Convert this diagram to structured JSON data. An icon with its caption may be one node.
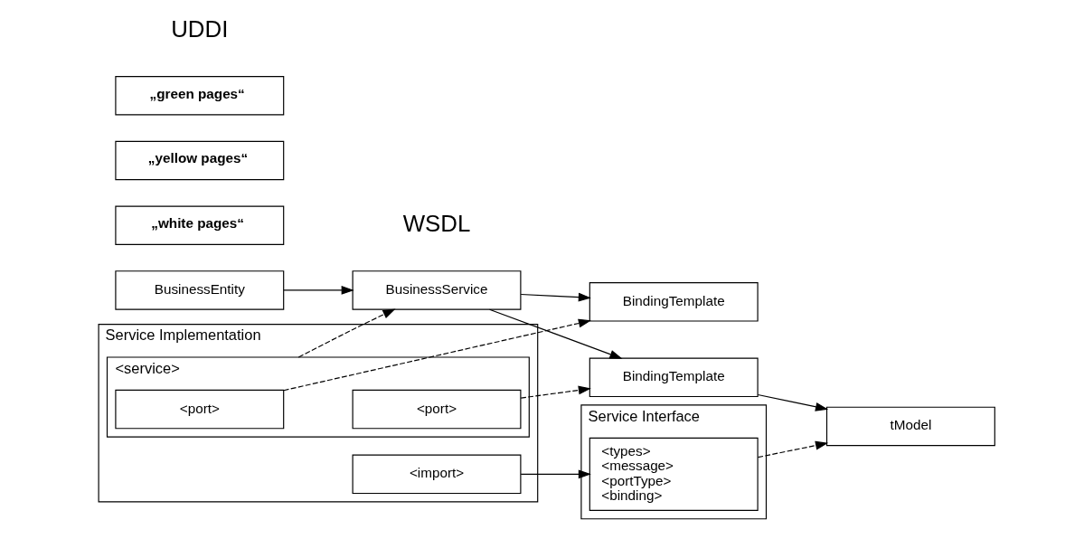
{
  "diagram": {
    "nodes": [
      {
        "text": [
          "Service Implementation"
        ]
      },
      {
        "text": [
          "<import>"
        ],
        "in": 0
      },
      {
        "text": [
          "<service>"
        ],
        "in": 0
      },
      {
        "text": [
          "<port>"
        ],
        "in": 2
      },
      {
        "text": [
          "<port>"
        ],
        "in": 2
      },
      {
        "text": [
          "Service Interface"
        ]
      },
      {
        "text": [
          "<types>",
          "<message>",
          "<portType>",
          "<binding>"
        ],
        "in": 5
      },
      {
        "text": [
          "BusinessEntity"
        ]
      },
      {
        "text": [
          "BusinessService"
        ]
      },
      {
        "text": [
          "BindingTemplate"
        ]
      },
      {
        "text": [
          "BindingTemplate"
        ]
      },
      {
        "text": [
          "tModel"
        ]
      },
      {
        "text": [
          "„white pages“"
        ]
      },
      {
        "text": [
          "„yellow pages“"
        ]
      },
      {
        "text": [
          "„green pages“"
        ]
      }
    ],
    "edges": [
      {
        "from": 1,
        "to": 6,
        "arrow": "to"
      },
      {
        "from": 2,
        "to": 8,
        "arrow": "to",
        "style": "dashed"
      },
      {
        "from": 3,
        "to": 9,
        "arrow": "to",
        "style": "dashed"
      },
      {
        "from": 4,
        "to": 10,
        "arrow": "to",
        "style": "dashed"
      },
      {
        "from": 6,
        "to": 11,
        "arrow": "to",
        "style": "dashed"
      },
      {
        "from": 7,
        "to": 8,
        "arrow": "to"
      },
      {
        "from": 8,
        "to": 9,
        "arrow": "to"
      },
      {
        "from": 8,
        "to": 10,
        "arrow": "to"
      },
      {
        "from": 10,
        "to": 11,
        "arrow": "to"
      }
    ],
    "labels": [
      "WSDL",
      "UDDI"
    ]
  }
}
